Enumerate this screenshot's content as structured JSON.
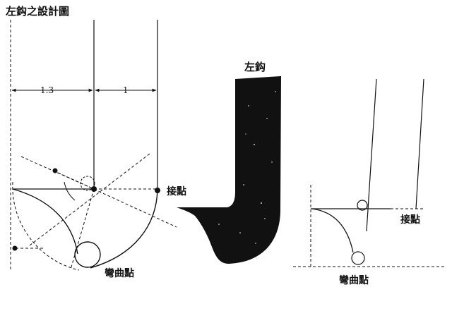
{
  "title": "左鈎之設計圖",
  "stroke_title": "左鈎",
  "dimensions": {
    "left": "1.3",
    "right": "1"
  },
  "labels": {
    "joint_point": "接點",
    "bend_point": "彎曲點",
    "joint_point_2": "接點",
    "bend_point_2": "彎曲點"
  },
  "colors": {
    "ink": "#111111",
    "paper": "#ffffff"
  }
}
